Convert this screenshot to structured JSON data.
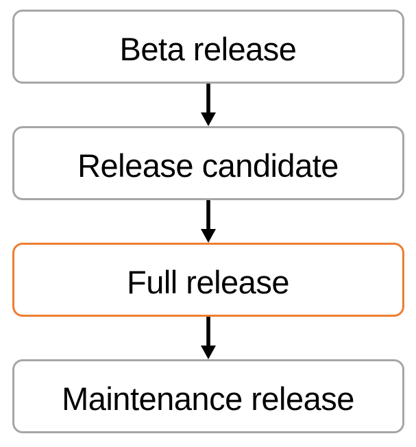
{
  "diagram": {
    "type": "flowchart",
    "orientation": "vertical",
    "colors": {
      "node_border": "#a6a6a6",
      "highlight_border": "#ed7d31",
      "arrow": "#000000",
      "text": "#000000",
      "background": "#ffffff"
    },
    "nodes": [
      {
        "id": "beta-release",
        "label": "Beta release",
        "highlighted": false
      },
      {
        "id": "release-candidate",
        "label": "Release candidate",
        "highlighted": false
      },
      {
        "id": "full-release",
        "label": "Full release",
        "highlighted": true
      },
      {
        "id": "maintenance-release",
        "label": "Maintenance release",
        "highlighted": false
      }
    ],
    "edges": [
      {
        "from": "beta-release",
        "to": "release-candidate",
        "style": "arrow-down"
      },
      {
        "from": "release-candidate",
        "to": "full-release",
        "style": "arrow-down"
      },
      {
        "from": "full-release",
        "to": "maintenance-release",
        "style": "arrow-down"
      }
    ]
  }
}
